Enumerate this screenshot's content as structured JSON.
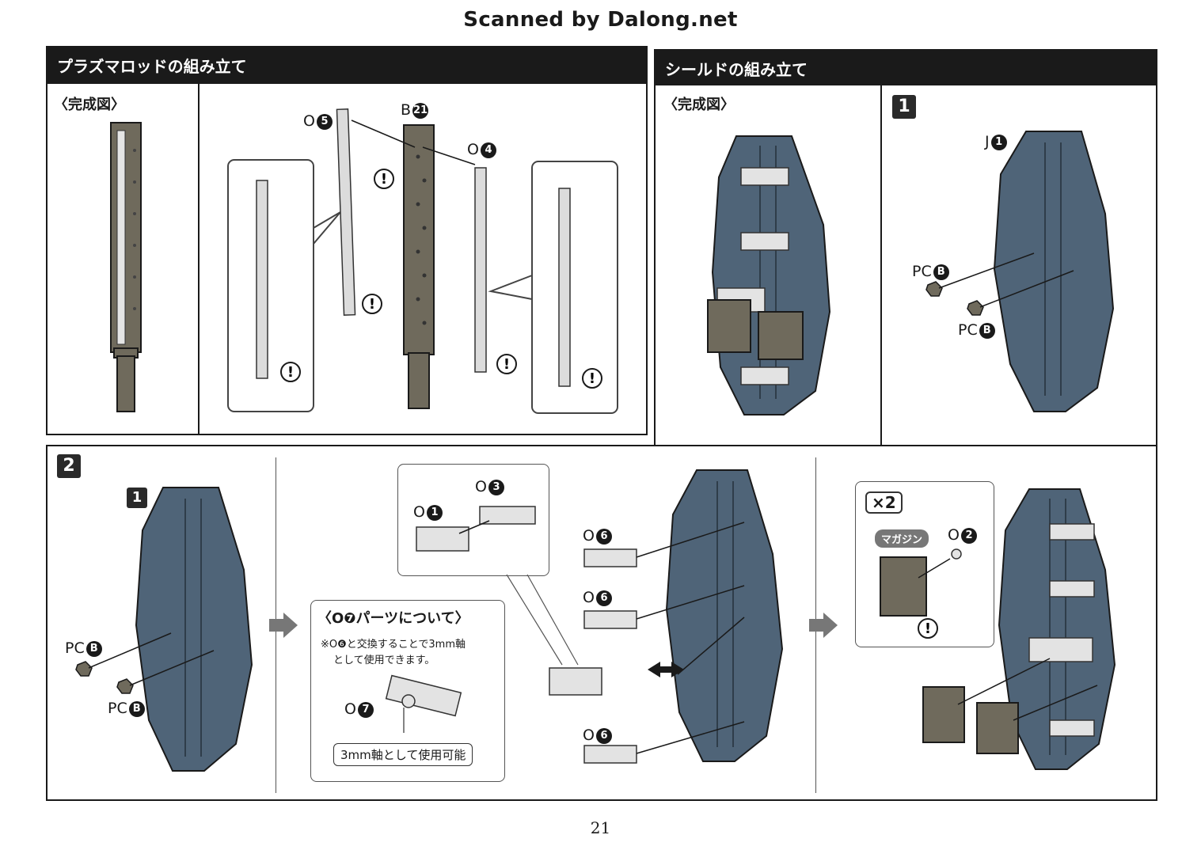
{
  "watermark": "Scanned by Dalong.net",
  "page_number": "21",
  "left_section": {
    "header": "プラズマロッドの組み立て",
    "completed_label": "〈完成図〉",
    "parts": [
      {
        "letter": "O",
        "num": "5"
      },
      {
        "letter": "B",
        "num": "21"
      },
      {
        "letter": "O",
        "num": "4"
      }
    ]
  },
  "right_section": {
    "header": "シールドの組み立て",
    "completed_label": "〈完成図〉",
    "step": "1",
    "parts": [
      {
        "letter": "J",
        "num": "1"
      },
      {
        "letter": "PC",
        "num": "B"
      },
      {
        "letter": "PC",
        "num": "B"
      }
    ]
  },
  "step2": {
    "step": "2",
    "sub_ref": "1",
    "pc_parts": [
      {
        "letter": "PC",
        "num": "B"
      },
      {
        "letter": "PC",
        "num": "B"
      }
    ],
    "subassembly_parts": [
      {
        "letter": "O",
        "num": "1"
      },
      {
        "letter": "O",
        "num": "3"
      }
    ],
    "o6_label": {
      "letter": "O",
      "num": "6"
    },
    "note": {
      "title": "〈O❼パーツについて〉",
      "line1": "※O❻と交換することで3mm軸",
      "line2": "として使用できます。",
      "part": {
        "letter": "O",
        "num": "7"
      },
      "pill": "3mm軸として使用可能"
    },
    "magazine": {
      "multiplier": "×2",
      "tag": "マガジン",
      "part": {
        "letter": "O",
        "num": "2"
      }
    }
  },
  "colors": {
    "shield_blue": "#4f6478",
    "dark_olive": "#6f6a5c",
    "light_gray": "#d8d8d8",
    "black": "#1a1a1a"
  }
}
